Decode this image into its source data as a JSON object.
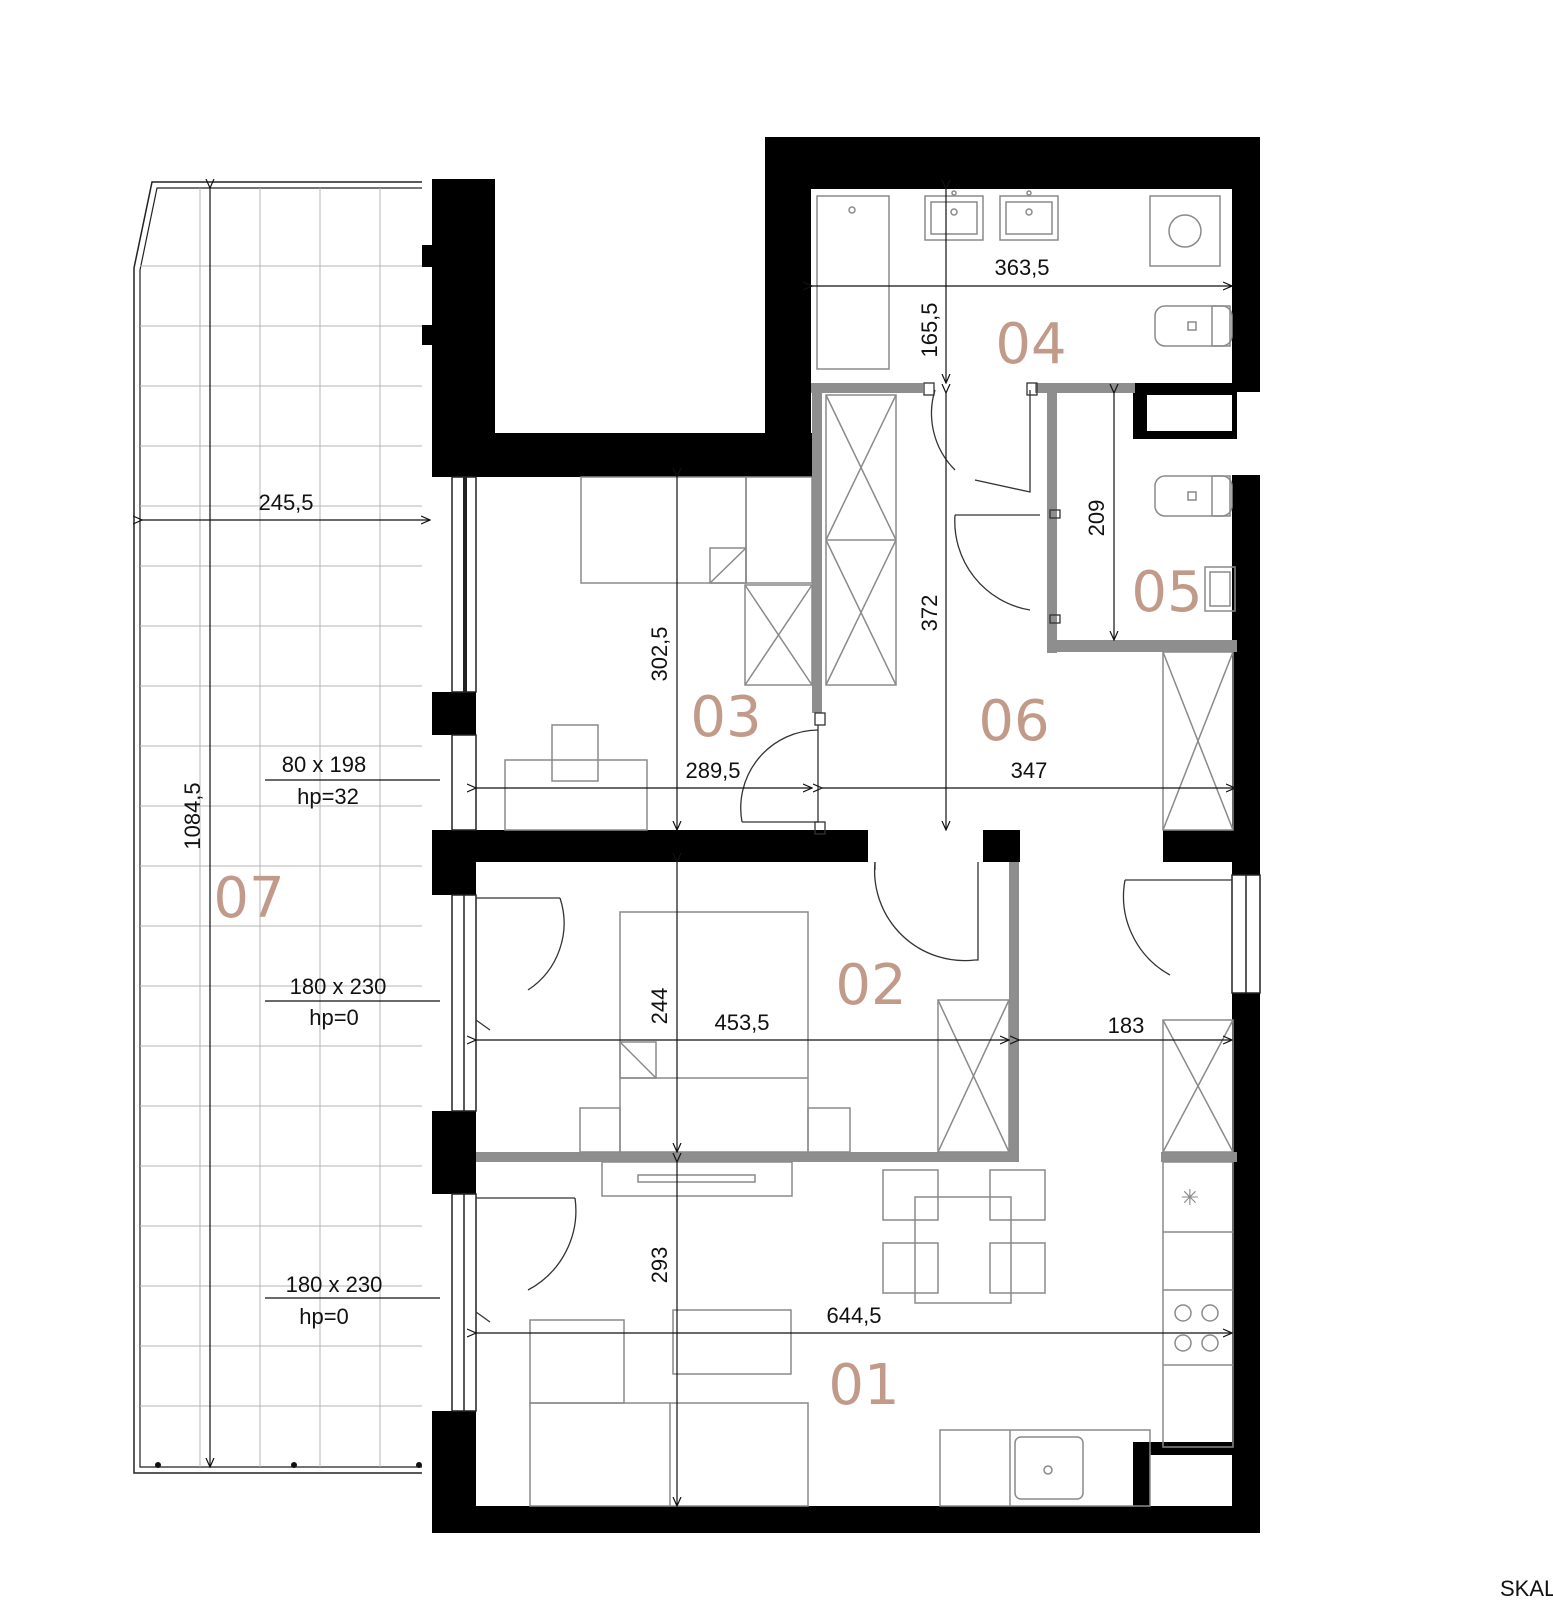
{
  "rooms": {
    "r01": "01",
    "r02": "02",
    "r03": "03",
    "r04": "04",
    "r05": "05",
    "r06": "06",
    "r07": "07"
  },
  "dimensions": {
    "terrace_width": "245,5",
    "terrace_length": "1084,5",
    "bath_width": "363,5",
    "bath_depth": "165,5",
    "room03_depth": "302,5",
    "room03_width": "289,5",
    "hall_length": "372",
    "hall_width": "347",
    "wc_depth": "209",
    "room02_depth": "244",
    "room02_width": "453,5",
    "hall_lower_width": "183",
    "living_depth": "293",
    "living_width": "644,5"
  },
  "windows": {
    "w1_size": "80 x 198",
    "w1_sill": "hp=32",
    "w2_size": "180 x 230",
    "w2_sill": "hp=0",
    "w3_size": "180 x 230",
    "w3_sill": "hp=0"
  },
  "scale_label": "SKAL",
  "colors": {
    "wall": "#000000",
    "partition": "#8e8e8e",
    "furniture": "#8a8a8a",
    "room_number": "#c29a8a"
  }
}
